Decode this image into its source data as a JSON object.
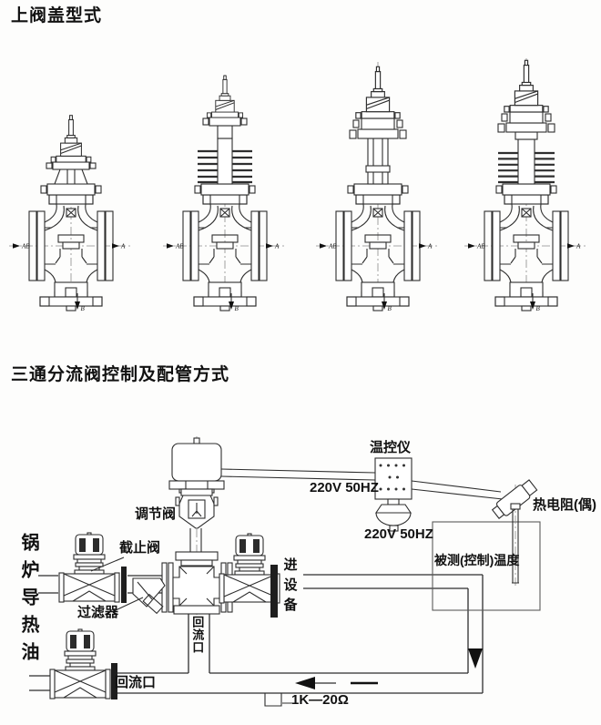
{
  "titles": {
    "bonnet_types": "上阀盖型式",
    "piping_method": "三通分流阀控制及配管方式"
  },
  "valve_ports": {
    "inlet": "AB",
    "outlet_a": "A",
    "outlet_b": "B"
  },
  "labels": {
    "temp_controller": "温控仪",
    "power_left": "220V 50HZ",
    "power_bottom": "220V 50HZ",
    "thermal_resistance": "热电阻(偶)",
    "measured_temperature": "被测(控制)温度",
    "control_valve": "调节阀",
    "stop_valve": "截止阀",
    "strainer": "过滤器",
    "to_equipment": "进设备",
    "return_port_pipe": "回流口",
    "return_port_valve": "回流口",
    "boiler_heat_oil": "锅炉导热油",
    "resistance_range": "1K—20Ω"
  }
}
